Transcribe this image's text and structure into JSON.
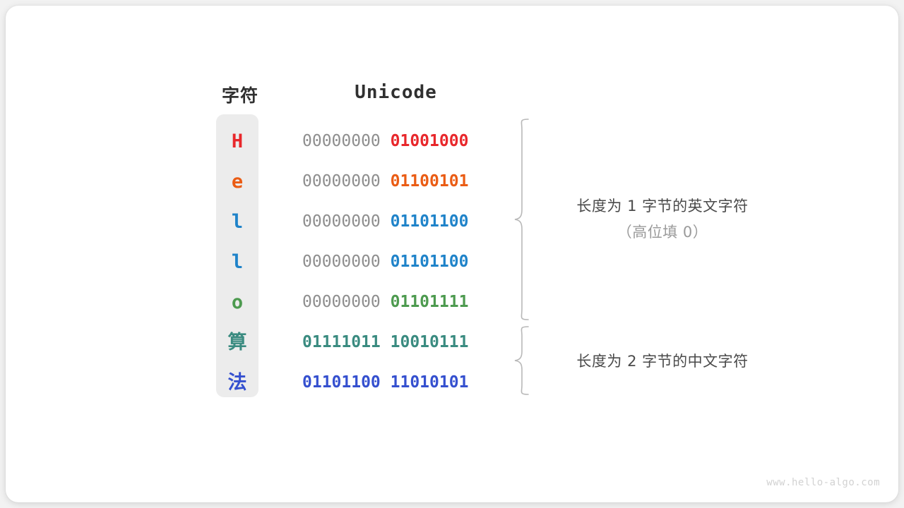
{
  "page": {
    "background": "#f2f2f2",
    "card_background": "#ffffff",
    "watermark": "www.hello-algo.com"
  },
  "table": {
    "headers": {
      "character": "字符",
      "unicode": "Unicode"
    },
    "plate_color": "#ececec",
    "high_bits_color": "#8e8e8e",
    "rows": [
      {
        "char": "H",
        "char_class": "latin",
        "color": "#e8272b",
        "high_byte": "00000000",
        "low_byte": "01001000",
        "high_is_payload": false,
        "bytes": 1
      },
      {
        "char": "e",
        "char_class": "latin",
        "color": "#ea5c14",
        "high_byte": "00000000",
        "low_byte": "01100101",
        "high_is_payload": false,
        "bytes": 1
      },
      {
        "char": "l",
        "char_class": "latin",
        "color": "#1f83c9",
        "high_byte": "00000000",
        "low_byte": "01101100",
        "high_is_payload": false,
        "bytes": 1
      },
      {
        "char": "l",
        "char_class": "latin",
        "color": "#1f83c9",
        "high_byte": "00000000",
        "low_byte": "01101100",
        "high_is_payload": false,
        "bytes": 1
      },
      {
        "char": "o",
        "char_class": "latin",
        "color": "#4d9a4f",
        "high_byte": "00000000",
        "low_byte": "01101111",
        "high_is_payload": false,
        "bytes": 1
      },
      {
        "char": "算",
        "char_class": "han",
        "color": "#3a8b80",
        "high_byte": "01111011",
        "low_byte": "10010111",
        "high_is_payload": true,
        "bytes": 2
      },
      {
        "char": "法",
        "char_class": "han",
        "color": "#3550cf",
        "high_byte": "01101100",
        "low_byte": "11010101",
        "high_is_payload": true,
        "bytes": 2
      }
    ]
  },
  "annotations": [
    {
      "line1": "长度为 1 字节的英文字符",
      "line2": "（高位填 0）",
      "covers_rows": "1-5"
    },
    {
      "line1": "长度为 2 字节的中文字符",
      "line2": "",
      "covers_rows": "6-7"
    }
  ]
}
